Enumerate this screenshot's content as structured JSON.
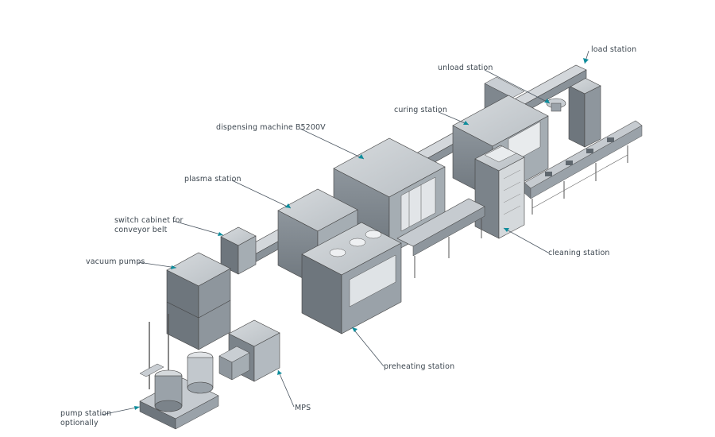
{
  "labels": {
    "load_station": "load station",
    "unload_station": "unload station",
    "curing_station": "curing station",
    "dispensing_machine": "dispensing machine B5200V",
    "plasma_station": "plasma station",
    "switch_cabinet_line1": "switch cabinet for",
    "switch_cabinet_line2": "conveyor belt",
    "vacuum_pumps": "vacuum pumps",
    "cleaning_station": "cleaning station",
    "preheating_station": "preheating station",
    "mps": "MPS",
    "pump_station_line1": "pump station",
    "pump_station_line2": "optionally"
  },
  "colors": {
    "line": "#4a5560",
    "arrow": "#0e8d9c",
    "machine_light": "#c9ced3",
    "machine_mid": "#9aa2a9",
    "machine_dark": "#5f676e"
  }
}
